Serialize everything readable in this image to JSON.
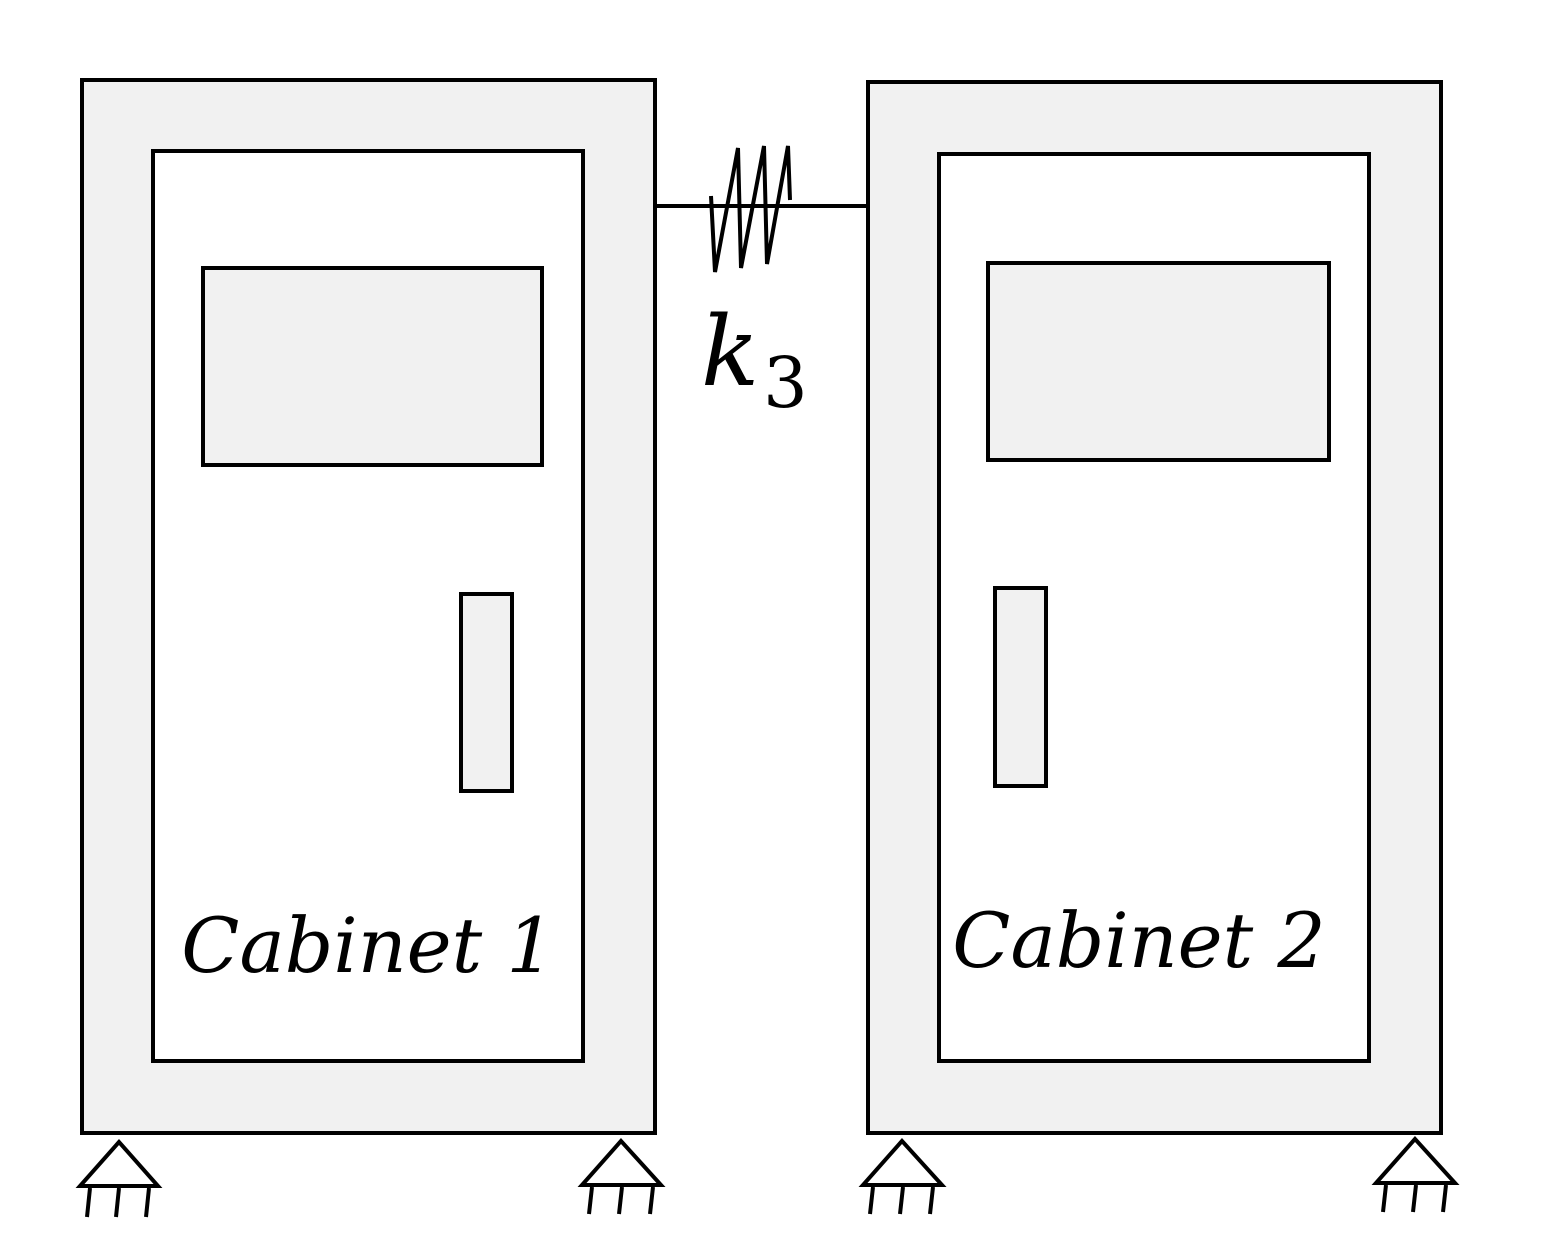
{
  "colors": {
    "line": "#000000",
    "panel_fill": "#f1f1f1",
    "inner_fill": "#ffffff"
  },
  "cabinet_1": {
    "label": "Cabinet 1"
  },
  "cabinet_2": {
    "label": "Cabinet 2"
  },
  "spring": {
    "symbol": "k",
    "subscript": "3"
  }
}
